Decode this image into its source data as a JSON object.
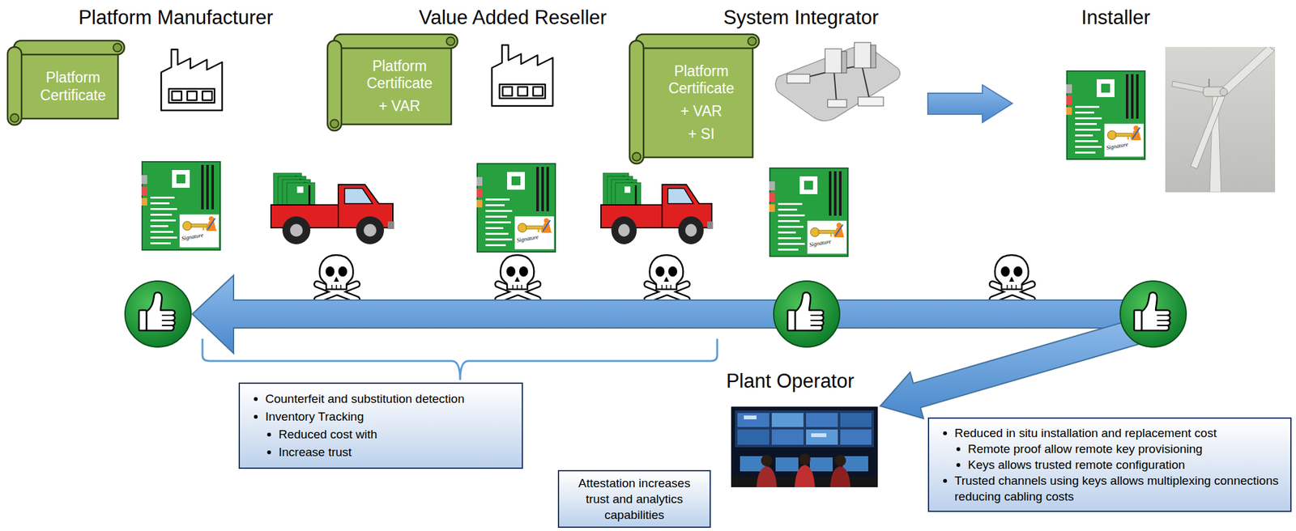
{
  "diagram": {
    "nodes": [
      {
        "text": [
          "Platform Certificate"
        ]
      },
      {
        "text": [
          "Platform Certificate",
          "+ VAR"
        ]
      },
      {
        "text": [
          "Platform Certificate",
          "+ VAR",
          "+ SI"
        ]
      },
      {
        "text": [
          "Counterfeit and substitution detection",
          "Inventory Tracking",
          "Reduced cost with",
          "Increase trust"
        ]
      },
      {
        "text": [
          "Attestation increases trust and analytics capabilities"
        ]
      },
      {
        "text": [
          "Reduced in situ installation and replacement cost",
          "Remote proof allow remote key provisioning",
          "Keys allows trusted remote configuration",
          "Trusted channels using keys allows multiplexing connections reducing cabling costs"
        ]
      }
    ],
    "labels": [
      "Platform Manufacturer",
      "Value Added Reseller",
      "System Integrator",
      "Installer",
      "Signature",
      "Signature",
      "Signature",
      "Signature",
      "Plant Operator"
    ]
  }
}
